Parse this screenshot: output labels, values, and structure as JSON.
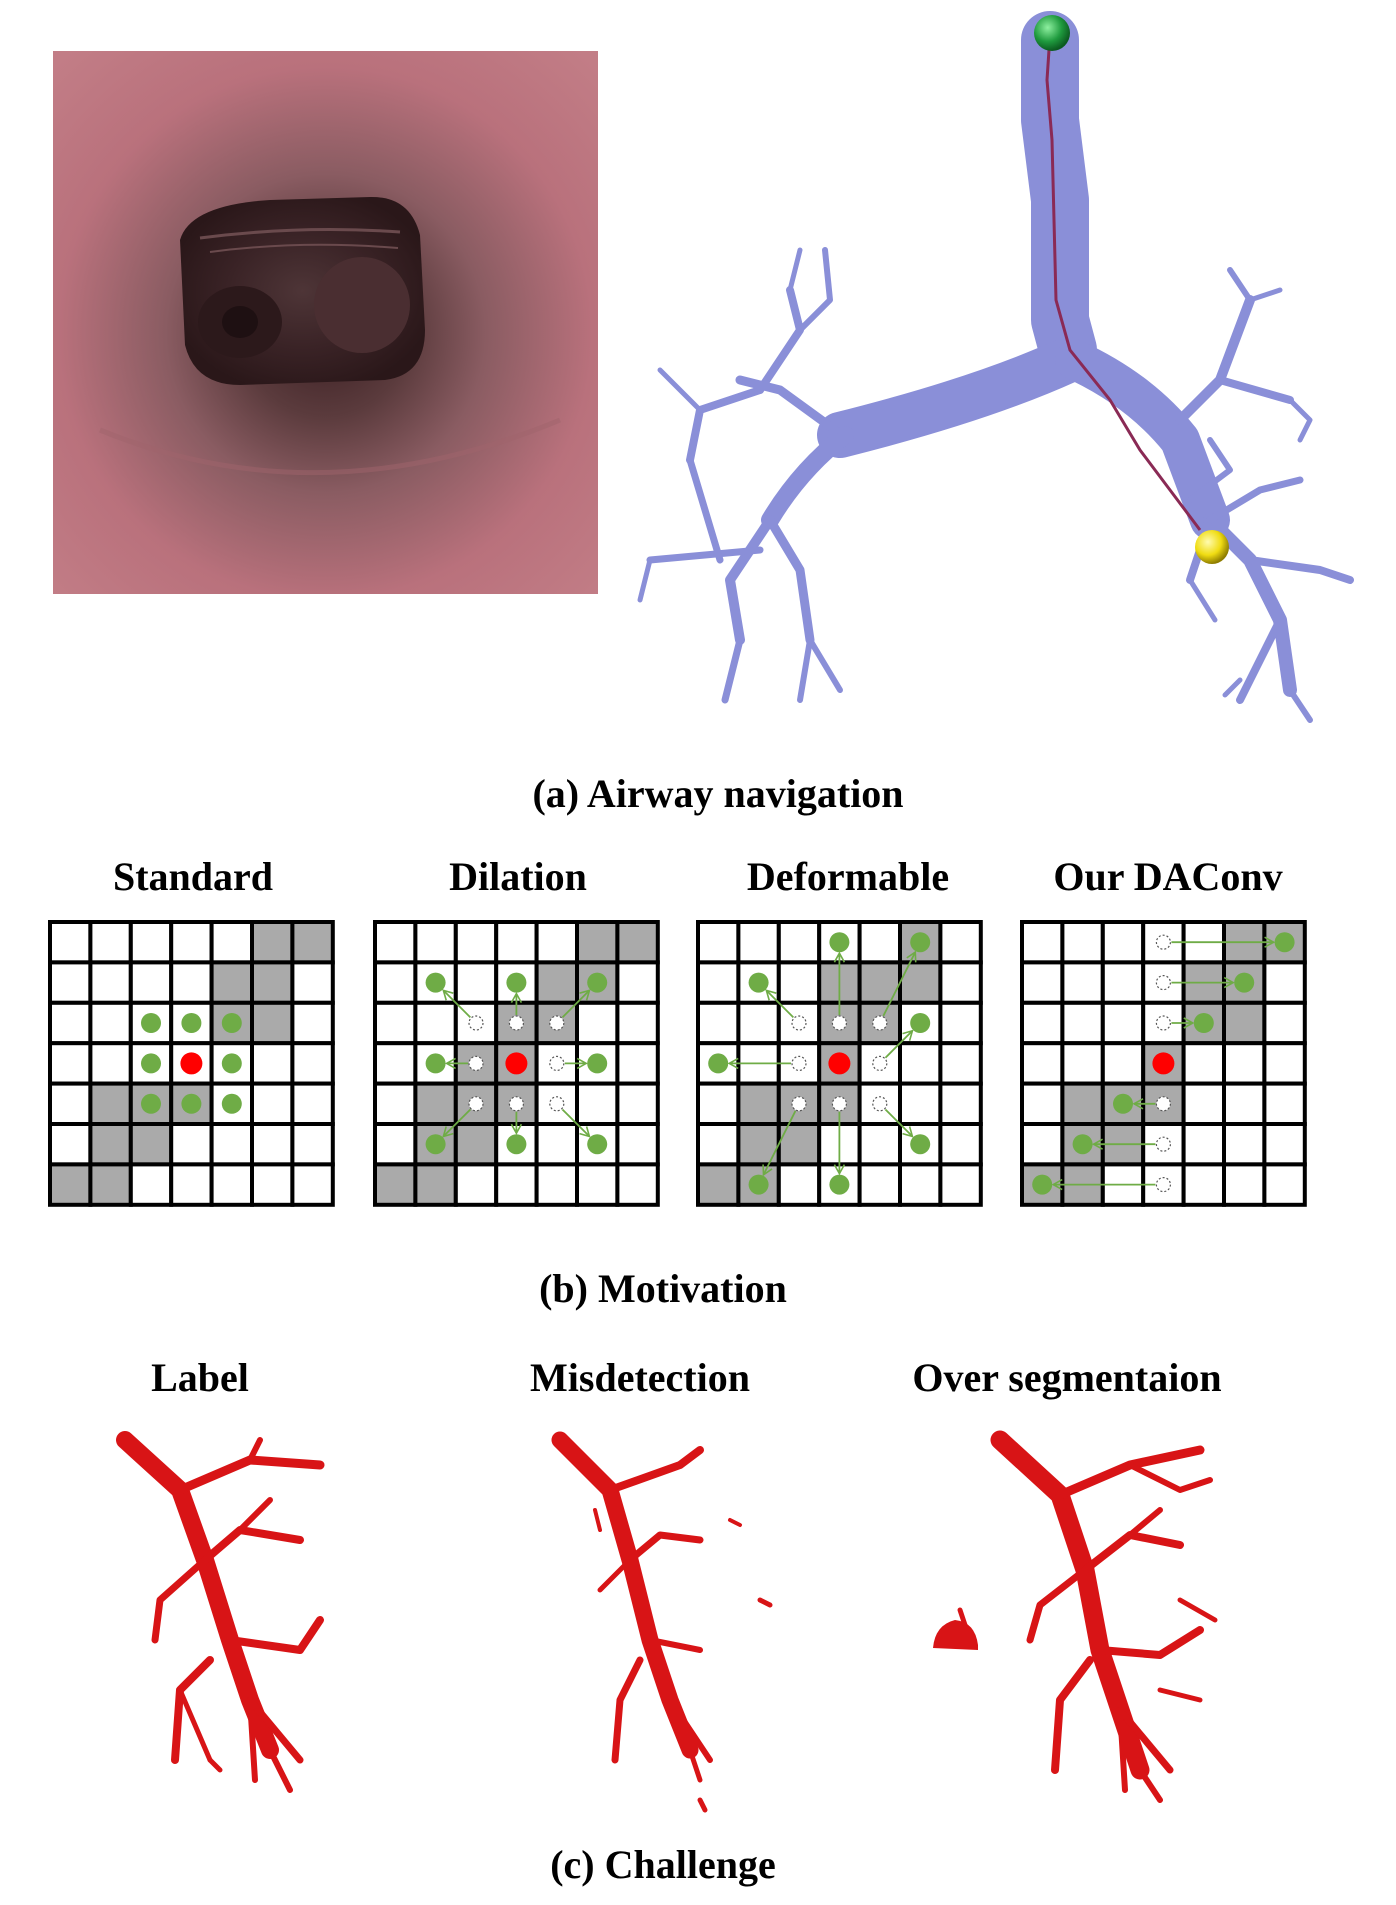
{
  "panels": {
    "a": {
      "caption": "(a) Airway navigation"
    },
    "b": {
      "caption": "(b) Motivation",
      "grids": [
        {
          "title": "Standard",
          "gray": [
            [
              0,
              5
            ],
            [
              0,
              6
            ],
            [
              1,
              4
            ],
            [
              1,
              5
            ],
            [
              2,
              4
            ],
            [
              2,
              5
            ],
            [
              4,
              1
            ],
            [
              4,
              2
            ],
            [
              4,
              3
            ],
            [
              5,
              1
            ],
            [
              5,
              2
            ],
            [
              6,
              0
            ],
            [
              6,
              1
            ]
          ],
          "center": [
            3,
            3
          ],
          "moves": [
            {
              "to": [
                2,
                2
              ]
            },
            {
              "to": [
                2,
                3
              ]
            },
            {
              "to": [
                2,
                4
              ]
            },
            {
              "to": [
                3,
                2
              ]
            },
            {
              "to": [
                3,
                4
              ]
            },
            {
              "to": [
                4,
                2
              ]
            },
            {
              "to": [
                4,
                3
              ]
            },
            {
              "to": [
                4,
                4
              ]
            }
          ]
        },
        {
          "title": "Dilation",
          "gray": [
            [
              0,
              5
            ],
            [
              0,
              6
            ],
            [
              1,
              4
            ],
            [
              1,
              5
            ],
            [
              2,
              3
            ],
            [
              2,
              4
            ],
            [
              3,
              2
            ],
            [
              3,
              3
            ],
            [
              4,
              1
            ],
            [
              4,
              2
            ],
            [
              4,
              3
            ],
            [
              5,
              1
            ],
            [
              5,
              2
            ],
            [
              6,
              0
            ],
            [
              6,
              1
            ]
          ],
          "center": [
            3,
            3
          ],
          "moves": [
            {
              "from": [
                2,
                2
              ],
              "to": [
                1,
                1
              ]
            },
            {
              "from": [
                2,
                3
              ],
              "to": [
                1,
                3
              ]
            },
            {
              "from": [
                2,
                4
              ],
              "to": [
                1,
                5
              ]
            },
            {
              "from": [
                3,
                2
              ],
              "to": [
                3,
                1
              ]
            },
            {
              "from": [
                3,
                4
              ],
              "to": [
                3,
                5
              ]
            },
            {
              "from": [
                4,
                2
              ],
              "to": [
                5,
                1
              ]
            },
            {
              "from": [
                4,
                3
              ],
              "to": [
                5,
                3
              ]
            },
            {
              "from": [
                4,
                4
              ],
              "to": [
                5,
                5
              ]
            }
          ]
        },
        {
          "title": "Deformable",
          "gray": [
            [
              0,
              5
            ],
            [
              1,
              3
            ],
            [
              1,
              4
            ],
            [
              1,
              5
            ],
            [
              2,
              3
            ],
            [
              2,
              4
            ],
            [
              3,
              3
            ],
            [
              4,
              1
            ],
            [
              4,
              2
            ],
            [
              4,
              3
            ],
            [
              5,
              1
            ],
            [
              5,
              2
            ],
            [
              6,
              0
            ],
            [
              6,
              1
            ]
          ],
          "center": [
            3,
            3
          ],
          "moves": [
            {
              "from": [
                2,
                2
              ],
              "to": [
                1,
                1
              ]
            },
            {
              "from": [
                2,
                3
              ],
              "to": [
                0,
                3
              ]
            },
            {
              "from": [
                2,
                4
              ],
              "to": [
                0,
                5
              ]
            },
            {
              "from": [
                3,
                2
              ],
              "to": [
                3,
                0
              ]
            },
            {
              "from": [
                3,
                4
              ],
              "to": [
                2,
                5
              ]
            },
            {
              "from": [
                4,
                2
              ],
              "to": [
                6,
                1
              ]
            },
            {
              "from": [
                4,
                3
              ],
              "to": [
                6,
                3
              ]
            },
            {
              "from": [
                4,
                4
              ],
              "to": [
                5,
                5
              ]
            }
          ]
        },
        {
          "title": "Our DAConv",
          "gray": [
            [
              0,
              5
            ],
            [
              0,
              6
            ],
            [
              1,
              4
            ],
            [
              1,
              5
            ],
            [
              2,
              4
            ],
            [
              2,
              5
            ],
            [
              3,
              3
            ],
            [
              4,
              1
            ],
            [
              4,
              2
            ],
            [
              4,
              3
            ],
            [
              5,
              1
            ],
            [
              5,
              2
            ],
            [
              6,
              0
            ],
            [
              6,
              1
            ]
          ],
          "center": [
            3,
            3
          ],
          "moves": [
            {
              "from": [
                0,
                3
              ],
              "to": [
                0,
                6
              ]
            },
            {
              "from": [
                1,
                3
              ],
              "to": [
                1,
                5
              ]
            },
            {
              "from": [
                2,
                3
              ],
              "to": [
                2,
                4
              ]
            },
            {
              "from": [
                4,
                3
              ],
              "to": [
                4,
                2
              ]
            },
            {
              "from": [
                5,
                3
              ],
              "to": [
                5,
                1
              ]
            },
            {
              "from": [
                6,
                3
              ],
              "to": [
                6,
                0
              ]
            }
          ]
        }
      ]
    },
    "c": {
      "caption": "(c) Challenge",
      "titles": [
        "Label",
        "Misdetection",
        "Over segmentaion"
      ]
    }
  },
  "colors": {
    "gray_cell": "#aaaaaa",
    "sample_point": "#6fac46",
    "center_point": "#ff0000",
    "airway_blue": "#8a8fd8",
    "airway_red": "#d81416",
    "endoscope_pink": "#b96f7a",
    "start_marker": "#20a040",
    "end_marker": "#f2e21a"
  },
  "icons": {
    "start_marker": "green-sphere",
    "end_marker": "yellow-sphere"
  }
}
